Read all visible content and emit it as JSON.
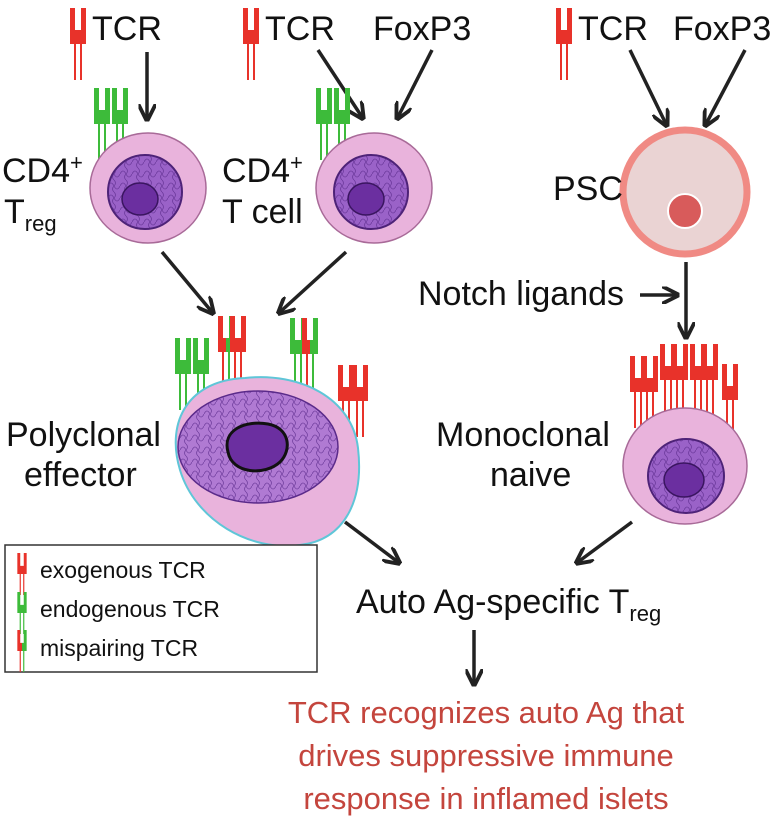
{
  "sources": {
    "left_tcr": "TCR",
    "mid_tcr": "TCR",
    "mid_foxp3": "FoxP3",
    "right_tcr": "TCR",
    "right_foxp3": "FoxP3"
  },
  "cells": {
    "cd4_treg": {
      "main": "CD4",
      "sup": "+",
      "line2": "T",
      "sub": "reg"
    },
    "cd4_tcell": {
      "main": "CD4",
      "sup": "+",
      "line2": "T cell"
    },
    "psc": "PSC",
    "polyclonal": {
      "line1": "Polyclonal",
      "line2": "effector"
    },
    "monoclonal": {
      "line1": "Monoclonal",
      "line2": "naive"
    }
  },
  "notch": "Notch ligands",
  "result": {
    "main": "Auto Ag-specific T",
    "sub": "reg"
  },
  "legend": {
    "exogenous": "exogenous TCR",
    "endogenous": "endogenous TCR",
    "mispairing": "mispairing TCR"
  },
  "outcome": {
    "line1": "TCR recognizes auto Ag that",
    "line2": "drives suppressive immune",
    "line3": "response in inflamed islets"
  },
  "colors": {
    "exogenous": "#e8322a",
    "endogenous": "#3dbb3a",
    "cell_fill": "#e9b3dc",
    "nucleus": "#7d3fb0",
    "psc_fill": "#ead3d3",
    "psc_border": "#f08a84",
    "outcome_text": "#c4453d"
  }
}
